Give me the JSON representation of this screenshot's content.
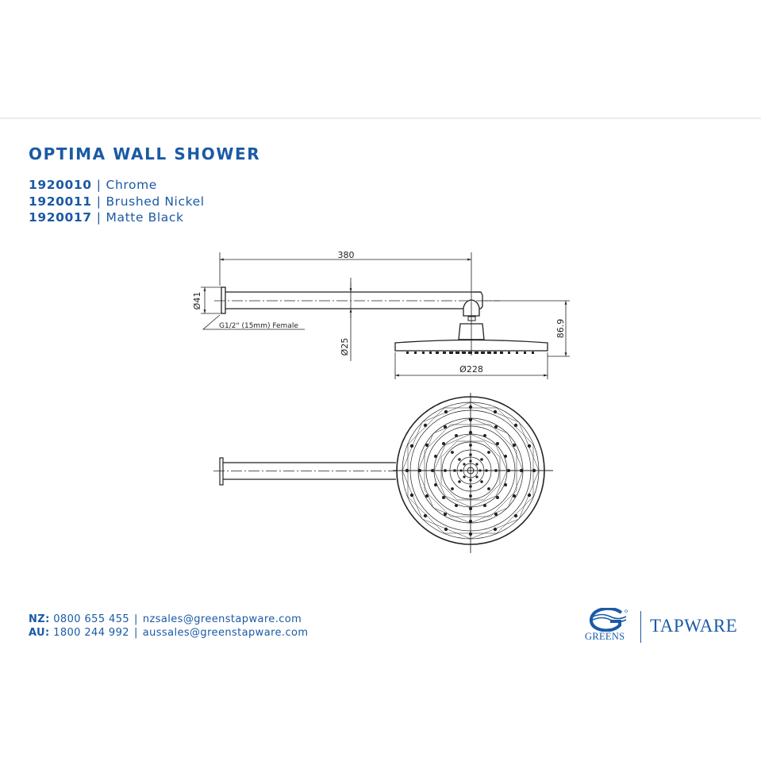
{
  "product": {
    "title": "OPTIMA WALL SHOWER",
    "variants": [
      {
        "code": "1920010",
        "finish": "Chrome"
      },
      {
        "code": "1920011",
        "finish": "Brushed Nickel"
      },
      {
        "code": "1920017",
        "finish": "Matte Black"
      }
    ],
    "separator": "|"
  },
  "drawing": {
    "dimensions": {
      "arm_length": "380",
      "flange_diameter": "Ø41",
      "arm_diameter": "Ø25",
      "head_height": "86.9",
      "head_diameter": "Ø228",
      "connection_note": "G1/2\" (15mm) Female"
    }
  },
  "contact": {
    "nz": {
      "label": "NZ:",
      "phone": "0800 655 455",
      "email": "nzsales@greenstapware.com"
    },
    "au": {
      "label": "AU:",
      "phone": "1800 244 992",
      "email": "aussales@greenstapware.com"
    },
    "separator": "|"
  },
  "brand": {
    "name": "GREENS",
    "division": "TAPWARE",
    "color": "#1a5aa6"
  }
}
